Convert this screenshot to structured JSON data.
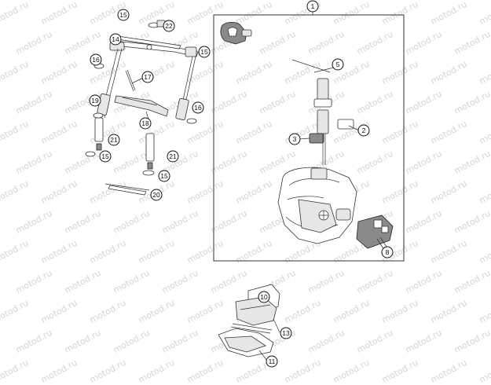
{
  "watermark": {
    "text": "motod.ru"
  },
  "callouts": {
    "c1": "1",
    "c2": "2",
    "c3": "3",
    "c5": "5",
    "c8": "8",
    "c10": "10",
    "c11": "11",
    "c13": "13",
    "c14": "14",
    "c15a": "15",
    "c15b": "15",
    "c15c": "15",
    "c15d": "15",
    "c16a": "16",
    "c16b": "16",
    "c17": "17",
    "c18": "18",
    "c19": "19",
    "c20": "20",
    "c21a": "21",
    "c21b": "21",
    "c22": "22"
  }
}
